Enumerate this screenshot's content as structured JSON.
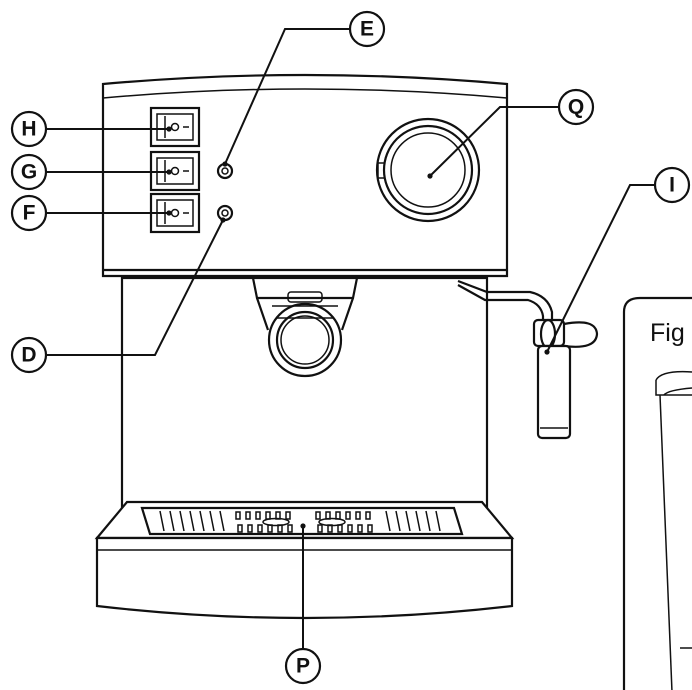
{
  "callouts": {
    "E": "E",
    "H": "H",
    "G": "G",
    "F": "F",
    "Q": "Q",
    "I": "I",
    "D": "D",
    "P": "P"
  },
  "inset": {
    "title": "Fig"
  }
}
